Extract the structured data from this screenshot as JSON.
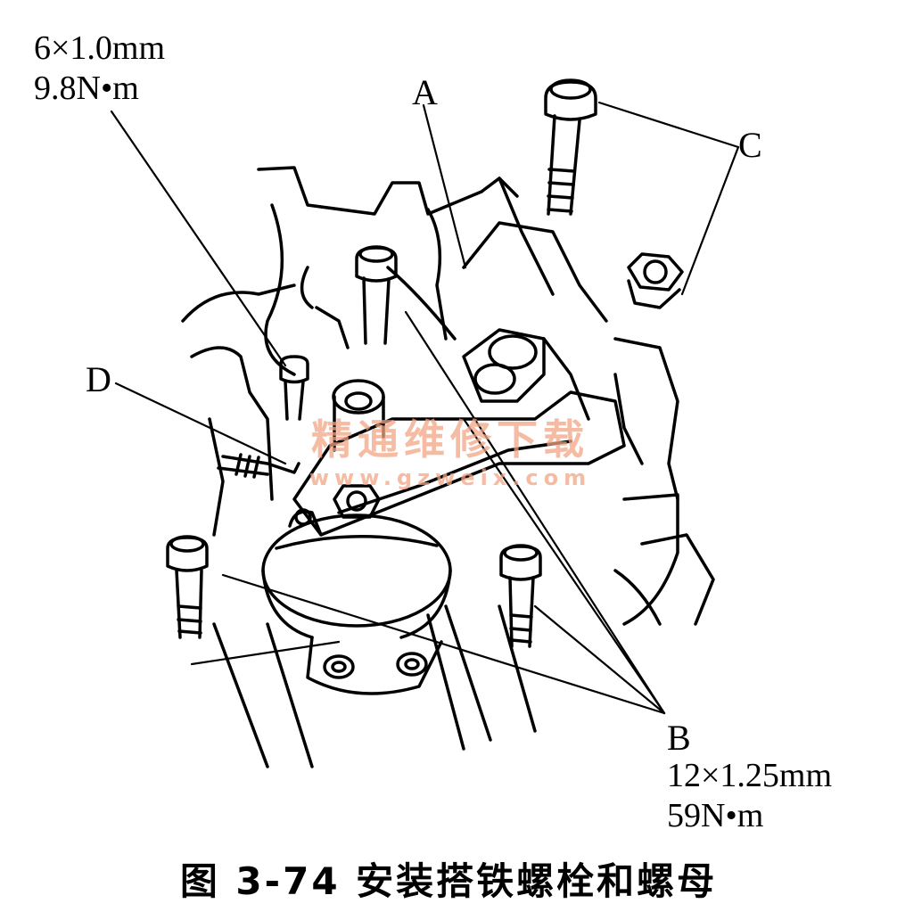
{
  "labels": {
    "top_left_spec_line1": "6×1.0mm",
    "top_left_spec_line2": "9.8N•m",
    "A": "A",
    "B": "B",
    "C": "C",
    "D": "D",
    "b_spec_line1": "12×1.25mm",
    "b_spec_line2": "59N•m"
  },
  "watermark": {
    "text": "精通维修下载",
    "url": "www.gzweix.com"
  },
  "caption": "图 3-74   安装搭铁螺栓和螺母"
}
